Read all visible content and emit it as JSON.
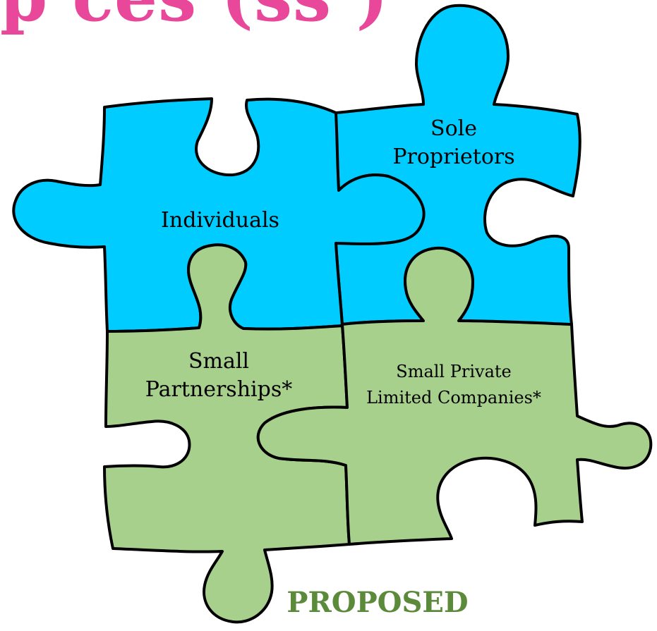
{
  "heading": {
    "text": "p ces (ss )",
    "color": "#e8479a"
  },
  "pieces": {
    "individuals": {
      "label": "Individuals",
      "color": "#00ccff"
    },
    "sole_proprietors": {
      "label_line1": "Sole",
      "label_line2": "Proprietors",
      "color": "#00ccff"
    },
    "small_partnerships": {
      "label_line1": "Small",
      "label_line2": "Partnerships*",
      "color": "#a8d08d"
    },
    "small_private_limited_companies": {
      "label_line1": "Small Private",
      "label_line2": "Limited Companies*",
      "color": "#a8d08d"
    }
  },
  "status": {
    "label": "PROPOSED",
    "color": "#5a8a3a"
  },
  "outline_color": "#000000"
}
